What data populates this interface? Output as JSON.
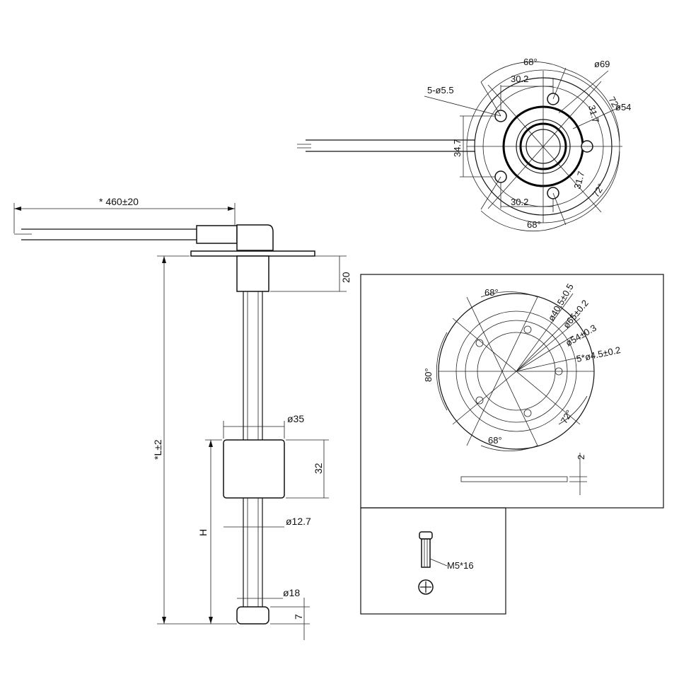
{
  "side_view": {
    "cable_length": "* 460±20",
    "flange_depth": "20",
    "total_length": "*L±2",
    "float_diameter": "ø35",
    "float_height": "32",
    "float_position": "H",
    "tube_diameter": "ø12.7",
    "stop_diameter": "ø18",
    "stop_height": "7"
  },
  "top_view": {
    "angle_top": "68°",
    "angle_bottom": "68°",
    "angle_right_top": "72°",
    "angle_right_bottom": "72°",
    "outer_diameter": "ø69",
    "bolt_circle": "ø54",
    "holes": "5-ø5.5",
    "offset_top": "30.2",
    "offset_bottom": "30.2",
    "chord_top": "31.7",
    "chord_bottom": "31.7",
    "height": "34.7"
  },
  "mounting_template": {
    "angle_top": "68°",
    "angle_bottom": "68°",
    "angle_left": "80°",
    "angle_right": "72°",
    "cutout": "ø40.5±0.5",
    "outer": "ø65±0.2",
    "bolt_circle": "ø54±0.3",
    "holes": "5*ø4.5±0.2",
    "gasket_thickness": "2"
  },
  "screw": {
    "label": "M5*16"
  }
}
